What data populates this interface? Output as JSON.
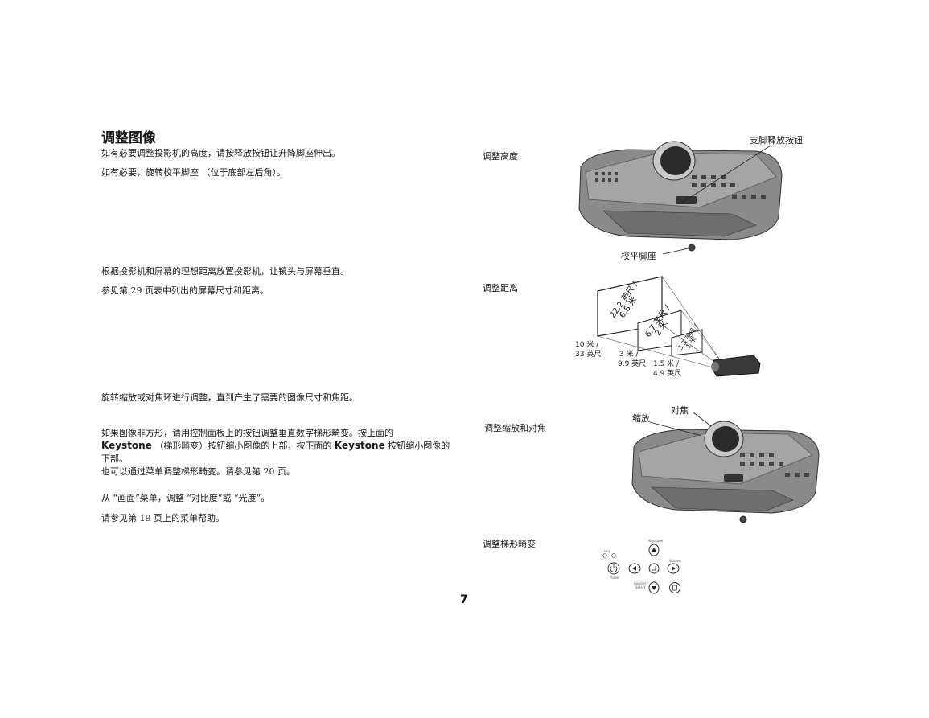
{
  "page_title": "调整图像",
  "page_number": "7",
  "paragraphs": {
    "p1": "如有必要调整投影机的高度，请按释放按钮让升降脚座伸出。",
    "p2": "如有必要，旋转校平脚座 （位于底部左后角）。",
    "p3": "根据投影机和屏幕的理想距离放置投影机，让镜头与屏幕垂直。",
    "p4": "参见第  29 页表中列出的屏幕尺寸和距离。",
    "p5": "旋转缩放或对焦环进行调整，直到产生了需要的图像尺寸和焦距。",
    "p6_line1": "如果图像非方形，请用控制面板上的按钮调整垂直数字梯形畸变。按上面的",
    "p6_kw1": "Keystone",
    "p6_mid": "（梯形畸变）按钮缩小图像的上部，按下面的",
    "p6_kw2": "Keystone",
    "p6_end": "按钮缩小图像的",
    "p6_line3": "下部。",
    "p7": "也可以通过菜单调整梯形畸变。请参见第  20 页。",
    "p8": "从 “画面”菜单，调整 “对比度”或 “光度”。",
    "p9": "请参见第  19 页上的菜单帮助。"
  },
  "side_labels": {
    "height": "调整高度",
    "distance": "调整距离",
    "zoom_focus": "调整缩放和对焦",
    "keystone": "调整梯形畸变"
  },
  "figure1": {
    "release_button": "支脚释放按钮",
    "leveling_foot": "校平脚座"
  },
  "figure2": {
    "big_screen_line1": "22.2 英尺 /",
    "big_screen_line2": "6.8 米",
    "mid_screen_line1": "6.7 英尺 /",
    "mid_screen_line2": "2 米",
    "small_screen_line1": "3.3 英尺 /",
    "small_screen_line2": "1 米",
    "dist1_line1": "10 米 /",
    "dist1_line2": "33 英尺",
    "dist2_line1": "3 米 /",
    "dist2_line2": "9.9 英尺",
    "dist3_line1": "1.5 米 /",
    "dist3_line2": "4.9 英尺"
  },
  "figure3": {
    "zoom": "缩放",
    "focus": "对焦"
  },
  "figure4": {
    "lamp": "Lamp",
    "power": "Power",
    "keystone": "Keystone",
    "volume": "Volume",
    "source_select_line1": "Source/",
    "source_select_line2": "Select"
  }
}
